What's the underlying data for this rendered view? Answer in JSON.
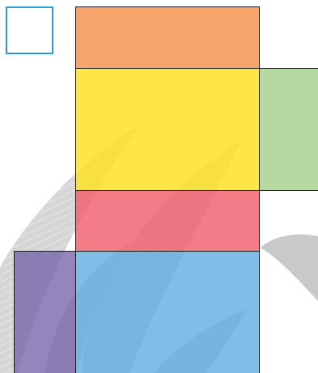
{
  "colors": {
    "background": "#ffffff",
    "border": "#1c1c1c",
    "select_outline": "#2f9bd6",
    "leaf_shape": "#9a9a9a"
  },
  "panels": [
    {
      "name": "panel-orange",
      "color": "#f5a46f"
    },
    {
      "name": "panel-yellow",
      "color": "#fde34a"
    },
    {
      "name": "panel-green",
      "color": "#b5d9a1"
    },
    {
      "name": "panel-pink",
      "color": "#f27784"
    },
    {
      "name": "panel-purple",
      "color": "#8f84b6"
    },
    {
      "name": "panel-blue",
      "color": "#74b7e3"
    }
  ],
  "decorations": {
    "leaf_shapes": "grey-leaf-shapes",
    "selection_icon": "square-outline-icon"
  }
}
